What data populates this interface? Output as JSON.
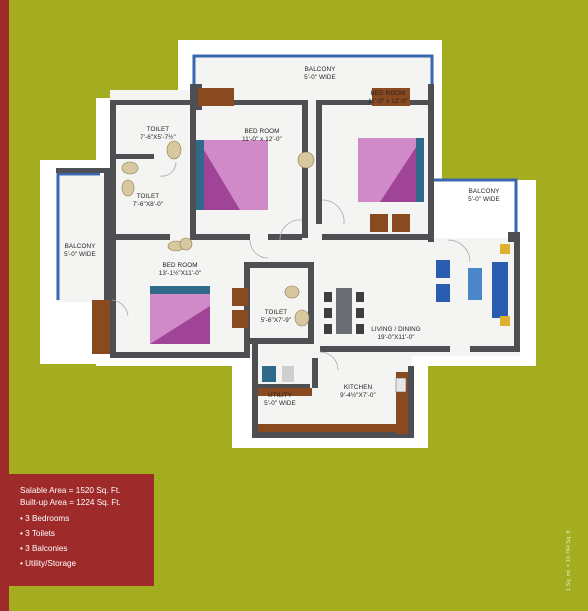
{
  "rooms": {
    "balcony_top": {
      "name": "BALCONY",
      "size": "5'-0\" WIDE"
    },
    "bed_room_2": {
      "name": "BED ROOM",
      "size": "11'-0\" x 12'-0\""
    },
    "toilet_1": {
      "name": "TOILET",
      "size": "7'-6\"X5'-7½\""
    },
    "bed_room_1": {
      "name": "BED ROOM",
      "size": "11'-0\" x 12'-0\""
    },
    "toilet_2": {
      "name": "TOILET",
      "size": "7'-6\"X8'-0\""
    },
    "balcony_right": {
      "name": "BALCONY",
      "size": "5'-0\" WIDE"
    },
    "balcony_left": {
      "name": "BALCONY",
      "size": "5'-0\" WIDE"
    },
    "bed_room_3": {
      "name": "BED ROOM",
      "size": "13'-1½\"X11'-0\""
    },
    "toilet_3": {
      "name": "TOILET",
      "size": "5'-6\"X7'-9\""
    },
    "living_dining": {
      "name": "LIVING / DINING",
      "size": "19'-0\"X11'-0\""
    },
    "kitchen": {
      "name": "KITCHEN",
      "size": "9'-4½\"X7'-0\""
    },
    "utility": {
      "name": "UTILITY",
      "size": "5'-0\" WIDE"
    }
  },
  "summary": {
    "saleable_area": "Salable Area  = 1520 Sq. Ft.",
    "builtup_area": "Built-up Area  = 1224 Sq. Ft.",
    "features": [
      "• 3 Bedrooms",
      "• 3 Toilets",
      "• 3 Balconies",
      "• Utility/Storage"
    ]
  },
  "scale_note": "1 Sq. mt. = 10.764 Sq. ft.",
  "colors": {
    "background": "#a3ad1f",
    "accent_red": "#9f2a2a",
    "wall": "#4d4f52",
    "floor": "#ffffff",
    "bed": "#a04497",
    "furniture_wood": "#8a4a20",
    "sofa": "#2a5cb0",
    "balcony_rail": "#3a68b0"
  }
}
